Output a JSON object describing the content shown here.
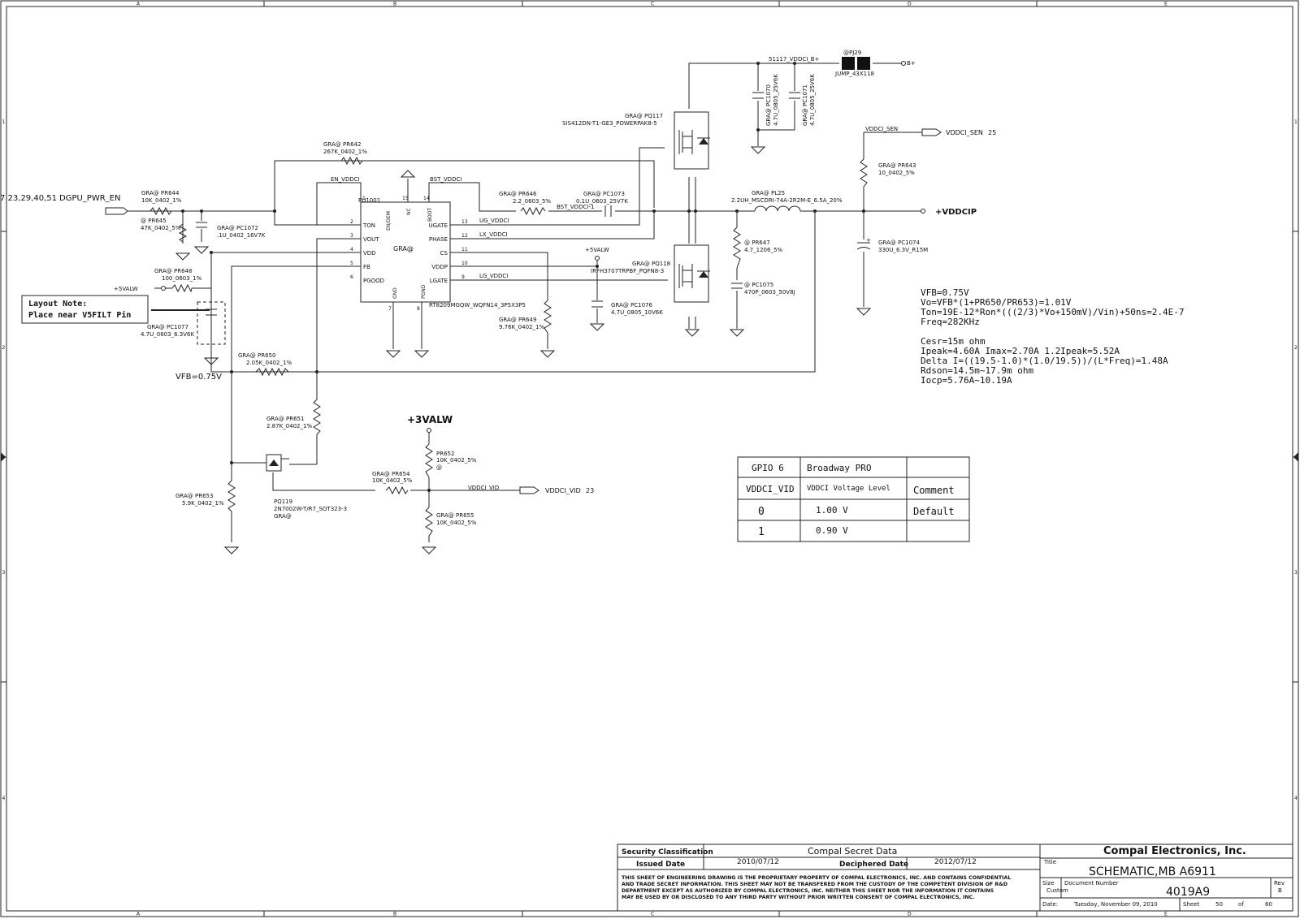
{
  "border": {
    "cols": [
      "A",
      "B",
      "C",
      "D",
      "E"
    ],
    "rows": [
      "1",
      "2",
      "3",
      "4"
    ]
  },
  "nets": {
    "dgpu_pwr_en": "DGPU_PWR_EN",
    "dgpu_pwr_en_ref": "7 23,29,40,51",
    "valw5": "+5VALW",
    "en_vddci": "EN_VDDCI",
    "bst_vddci": "BST_VDDCI",
    "bst_vddci_1": "BST_VDDCI-1",
    "ug_vddci": "UG_VDDCI",
    "lx_vddci": "LX_VDDCI",
    "lg_vddci": "LG_VDDCI",
    "vddci_b_plus": "51117_VDDCI_B+",
    "b_plus": "B+",
    "vddci_sen": "VDDCI_SEN",
    "vddci_sen_port": "VDDCI_SEN",
    "vddci_sen_ref": "25",
    "vddcip": "+VDDCIP",
    "vfb": "VFB=0.75V",
    "valw3": "+3VALW",
    "vddci_vid": "VDDCI_VID",
    "vddci_vid_port": "VDDCI_VID",
    "vddci_vid_ref": "23"
  },
  "layout_note": {
    "line1": "Layout Note:",
    "line2": "Place near V5FILT Pin"
  },
  "ic": {
    "ref": "PU1001",
    "gra": "GRA@",
    "part": "RT8209MGQW_WQFN14_3P5X3P5",
    "left_pins": [
      {
        "num": "2",
        "name": "TON"
      },
      {
        "num": "3",
        "name": "VOUT"
      },
      {
        "num": "4",
        "name": "VDD"
      },
      {
        "num": "5",
        "name": "FB"
      },
      {
        "num": "6",
        "name": "PGOOD"
      }
    ],
    "right_pins": [
      {
        "num": "13",
        "name": "UGATE"
      },
      {
        "num": "12",
        "name": "PHASE"
      },
      {
        "num": "11",
        "name": "CS"
      },
      {
        "num": "10",
        "name": "VDDP"
      },
      {
        "num": "9",
        "name": "LGATE"
      }
    ],
    "top_pins": [
      {
        "num": "1",
        "name": "EN/DEM"
      },
      {
        "num": "15",
        "name": "NC"
      },
      {
        "num": "14",
        "name": "BOOT"
      }
    ],
    "bottom_pins": [
      {
        "num": "7",
        "name": "GND"
      },
      {
        "num": "8",
        "name": "PGND"
      }
    ]
  },
  "parts": {
    "pr642": {
      "ref": "GRA@ PR642",
      "val": "267K_0402_1%"
    },
    "pr644": {
      "ref": "GRA@ PR644",
      "val": "10K_0402_1%"
    },
    "pr645": {
      "ref": "@    PR645",
      "val": "47K_0402_5%"
    },
    "pc1072": {
      "ref": "GRA@    PC1072",
      "val": ".1U_0402_16V7K"
    },
    "pr648": {
      "ref": "GRA@    PR648",
      "val": "100_0603_1%"
    },
    "pc1077": {
      "ref": "GRA@    PC1077",
      "val": "4.7U_0603_6.3V6K"
    },
    "pr650": {
      "ref": "GRA@    PR650",
      "val": "2.05K_0402_1%"
    },
    "pr651": {
      "ref": "GRA@ PR651",
      "val": "2.87K_0402_1%"
    },
    "pr653": {
      "ref": "GRA@    PR653",
      "val": "5.9K_0402_1%"
    },
    "pq119": {
      "ref": "PQ119",
      "val": "2N7002W-T/R7_SOT323-3",
      "opt": "GRA@"
    },
    "pr646": {
      "ref": "GRA@ PR646",
      "val": "2.2_0603_5%"
    },
    "pc1073": {
      "ref": "GRA@ PC1073",
      "val": "0.1U_0603_25V7K"
    },
    "pr649": {
      "ref": "GRA@ PR649",
      "val": "9.76K_0402_1%"
    },
    "pc1076": {
      "ref": "GRA@ PC1076",
      "val": "4.7U_0805_10V6K"
    },
    "pq117": {
      "ref": "GRA@ PQ117",
      "val": "SIS412DN-T1-GE3_POWERPAK8-5"
    },
    "pq118": {
      "ref": "GRA@ PQ118",
      "val": "IRFH3707TRPBF_PQFN8-3"
    },
    "pc1070": {
      "ref": "GRA@    PC1070",
      "val": "4.7U_0805_25V6K"
    },
    "pc1071": {
      "ref": "GRA@    PC1071",
      "val": "4.7U_0805_25V6K"
    },
    "pj29": {
      "ref": "@PJ29",
      "val": "JUMP_43X118"
    },
    "pl25": {
      "ref": "GRA@ PL25",
      "val": "2.2UH_MSCDRI-74A-2R2M-E_6.5A_20%"
    },
    "pr647": {
      "ref": "@    PR647",
      "val": "4.7_1206_5%"
    },
    "pc1075": {
      "ref": "@    PC1075",
      "val": "470P_0603_50V8J"
    },
    "pr643": {
      "ref": "GRA@ PR643",
      "val": "10_0402_5%"
    },
    "pc1074": {
      "ref": "GRA@ PC1074",
      "val": "330U_6.3V_R15M"
    },
    "pr652": {
      "ref": "PR652",
      "val": "10K_0402_5%",
      "opt": "@"
    },
    "pr654": {
      "ref": "GRA@ PR654",
      "val": "10K_0402_5%"
    },
    "pr655": {
      "ref": "GRA@ PR655",
      "val": "10K_0402_5%"
    }
  },
  "calc_notes": [
    "VFB=0.75V",
    "Vo=VFB*(1+PR650/PR653)=1.01V",
    "Ton=19E-12*Ron*(((2/3)*Vo+150mV)/Vin)+50ns=2.4E-7",
    "Freq=282KHz",
    "",
    "Cesr=15m ohm",
    "Ipeak=4.60A  Imax=2.70A  1.2Ipeak=5.52A",
    "Delta I=((19.5-1.0)*(1.0/19.5))/(L*Freq)=1.48A",
    "Rdson=14.5m~17.9m ohm",
    "Iocp=5.76A~10.19A"
  ],
  "vid_table": {
    "rows": [
      [
        "GPIO 6",
        "Broadway PRO",
        ""
      ],
      [
        "VDDCI_VID",
        "VDDCI Voltage Level",
        "Comment"
      ],
      [
        "0",
        "1.00 V",
        "Default"
      ],
      [
        "1",
        "0.90 V",
        ""
      ]
    ]
  },
  "title_block": {
    "security_label": "Security Classification",
    "security_value": "Compal Secret Data",
    "issued_label": "Issued Date",
    "issued_value": "2010/07/12",
    "deciphered_label": "Deciphered Date",
    "deciphered_value": "2012/07/12",
    "notice": [
      "THIS SHEET OF ENGINEERING DRAWING IS THE PROPRIETARY PROPERTY OF COMPAL ELECTRONICS, INC. AND CONTAINS CONFIDENTIAL",
      "AND TRADE SECRET INFORMATION. THIS SHEET MAY NOT BE TRANSFERED FROM THE CUSTODY OF THE COMPETENT DIVISION OF R&D",
      "DEPARTMENT EXCEPT AS AUTHORIZED BY COMPAL ELECTRONICS, INC. NEITHER THIS SHEET NOR THE INFORMATION IT CONTAINS",
      "MAY BE USED BY OR DISCLOSED TO ANY THIRD PARTY WITHOUT PRIOR WRITTEN CONSENT OF COMPAL ELECTRONICS, INC."
    ],
    "company": "Compal Electronics, Inc.",
    "title_label": "Title",
    "title": "SCHEMATIC,MB A6911",
    "size_label": "Size",
    "size_value": "Custom",
    "docnum_label": "Document Number",
    "docnum": "4019A9",
    "rev_label": "Rev",
    "rev": "B",
    "date_label": "Date:",
    "date": "Tuesday, November 09, 2010",
    "sheet_label": "Sheet",
    "sheet": "50",
    "of_label": "of",
    "total": "60"
  }
}
